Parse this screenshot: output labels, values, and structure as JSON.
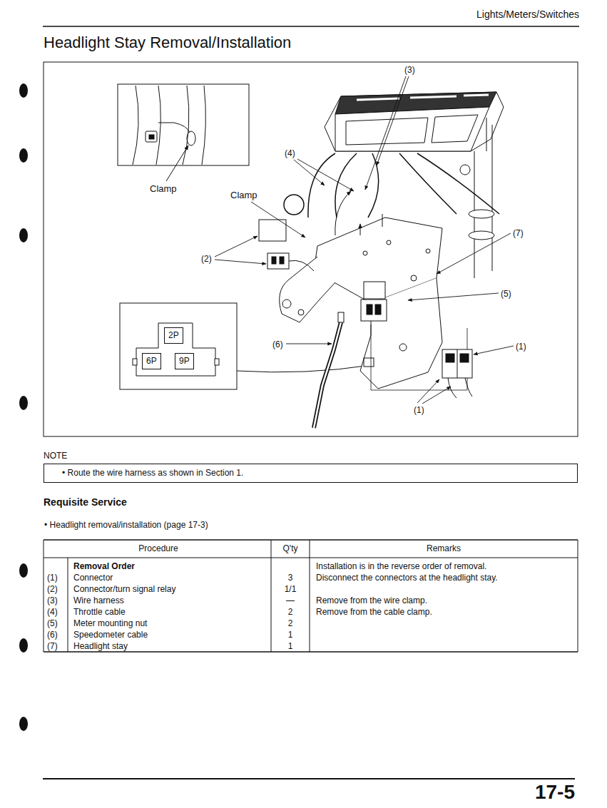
{
  "diagram": {
    "title": "Headlight Stay Removal/Installation",
    "nodes": [
      {
        "text": [
          "2P"
        ]
      },
      {
        "text": [
          "6P"
        ]
      },
      {
        "text": [
          "9P"
        ]
      },
      {
        "text": [
          "NOTE",
          "• Route the wire harness as shown in Section 1."
        ]
      }
    ],
    "labels": [
      "Lights/Meters/Switches",
      "(3)",
      "(4)",
      "Clamp",
      "Clamp",
      "(7)",
      "(2)",
      "(5)",
      "(6)",
      "(1)",
      "(1)",
      "Requisite Service",
      "• Headlight removal/installation (page 17-3)",
      "Procedure",
      "Q'ty",
      "Remarks",
      "Removal Order",
      "(1)",
      "Connector",
      "3",
      "Installation is in the reverse order of removal.",
      "Disconnect the connectors at the headlight stay.",
      "(2)",
      "Connector/turn signal relay",
      "1/1",
      "(3)",
      "Wire harness",
      "—",
      "Remove from the wire clamp.",
      "(4)",
      "Throttle cable",
      "2",
      "Remove from the cable clamp.",
      "(5)",
      "Meter mounting nut",
      "2",
      "(6)",
      "Speedometer cable",
      "1",
      "(7)",
      "Headlight stay",
      "1",
      "17-5"
    ]
  }
}
